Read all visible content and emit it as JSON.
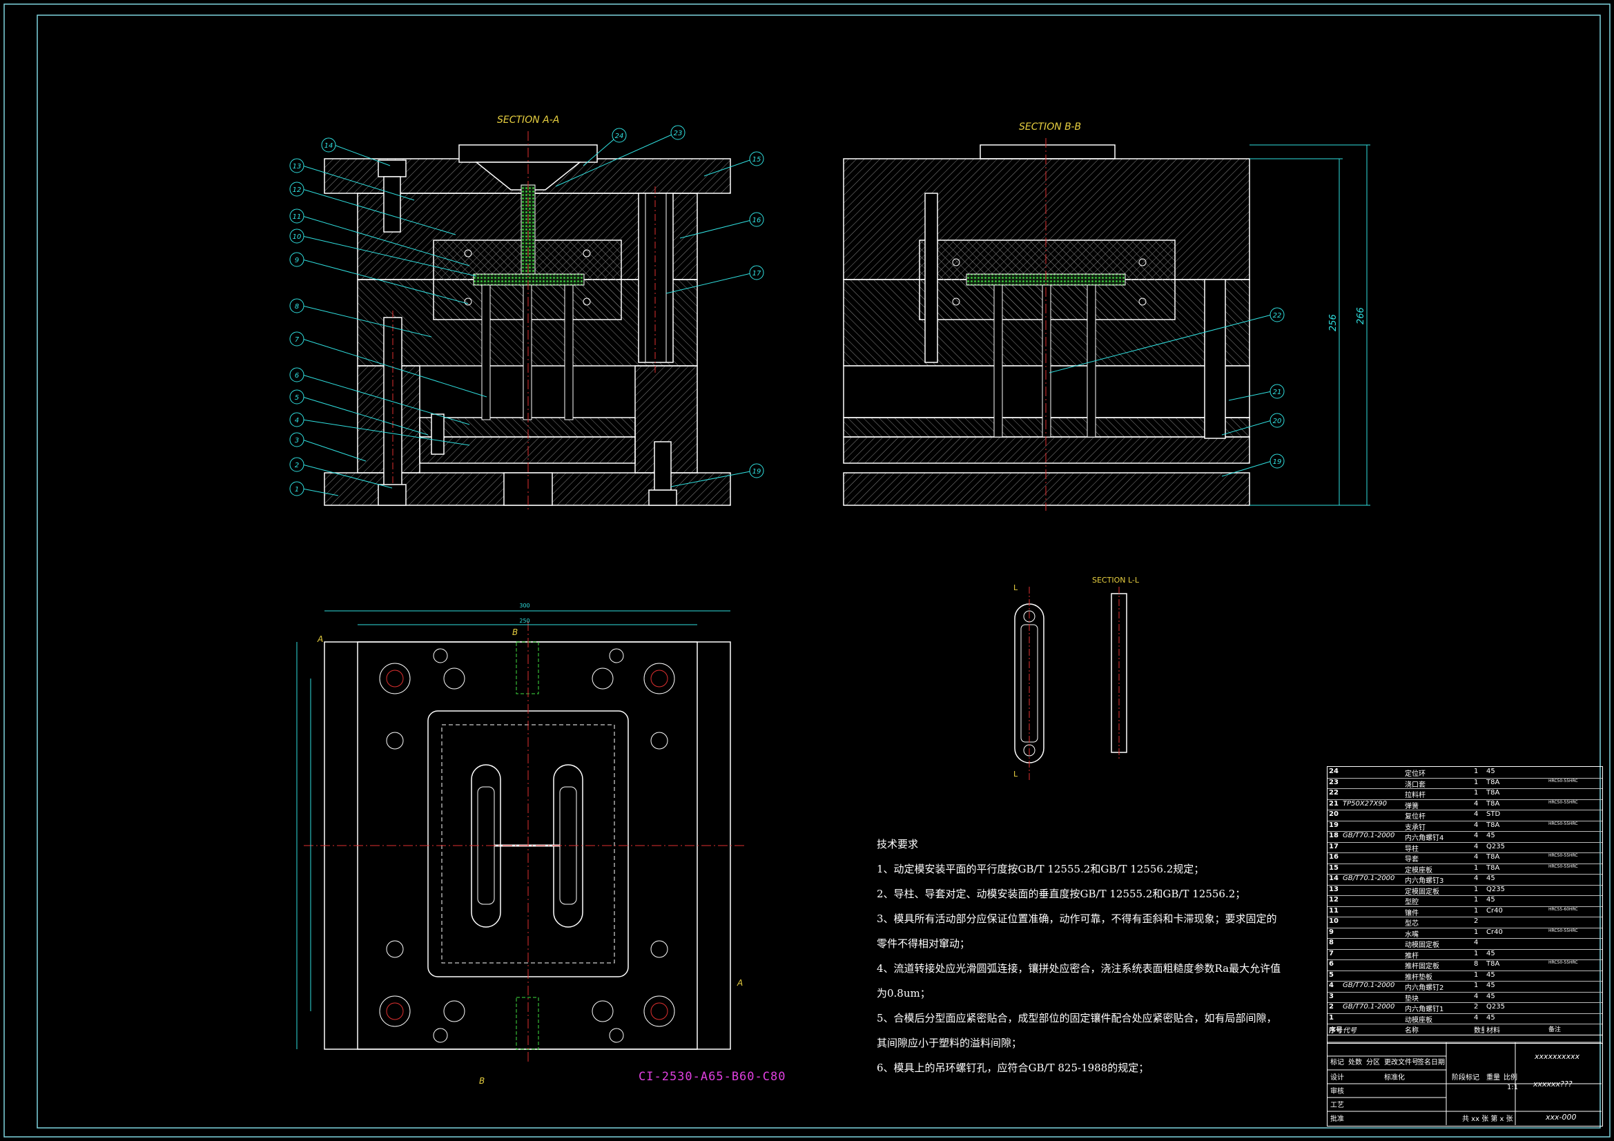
{
  "drawing": {
    "section_aa": "SECTION A-A",
    "section_bb": "SECTION B-B",
    "section_ll": "SECTION  L-L",
    "mold_base": "CI-2530-A65-B60-C80",
    "callouts_aa": [
      "14",
      "13",
      "12",
      "11",
      "10",
      "9",
      "8",
      "7",
      "6",
      "5",
      "4",
      "3",
      "2",
      "1",
      "24",
      "23",
      "15",
      "16",
      "17",
      "19"
    ],
    "callouts_bb": [
      "22",
      "21",
      "20",
      "19"
    ],
    "dim_256": "256",
    "dim_266": "266",
    "dim_300": "300",
    "dim_250": "250",
    "section_marks": {
      "a1": "A",
      "a2": "A",
      "b1": "B",
      "b2": "B",
      "l1": "L",
      "l2": "L"
    }
  },
  "notes": {
    "title": "技术要求",
    "items": [
      "1、动定模安装平面的平行度按GB/T 12555.2和GB/T 12556.2规定；",
      "2、导柱、导套对定、动模安装面的垂直度按GB/T 12555.2和GB/T 12556.2；",
      "3、模具所有活动部分应保证位置准确，动作可靠，不得有歪斜和卡滞现象；要求固定的",
      "   零件不得相对窜动；",
      "4、流道转接处应光滑圆弧连接，镶拼处应密合，浇注系统表面粗糙度参数Ra最大允许值",
      "   为0.8um；",
      "5、合模后分型面应紧密贴合，成型部位的固定镶件配合处应紧密贴合，如有局部间隙，",
      "   其间隙应小于塑料的溢料间隙；",
      "6、模具上的吊环螺钉孔，应符合GB/T 825-1988的规定；"
    ]
  },
  "bom": [
    {
      "no": "24",
      "code": "",
      "name": "定位环",
      "qty": "1",
      "mat": "45",
      "note": ""
    },
    {
      "no": "23",
      "code": "",
      "name": "浇口套",
      "qty": "1",
      "mat": "T8A",
      "note": "HRC50-55HRC"
    },
    {
      "no": "22",
      "code": "",
      "name": "拉料杆",
      "qty": "1",
      "mat": "T8A",
      "note": ""
    },
    {
      "no": "21",
      "code": "TP50X27X90",
      "name": "弹簧",
      "qty": "4",
      "mat": "T8A",
      "note": "HRC50-55HRC"
    },
    {
      "no": "20",
      "code": "",
      "name": "复位杆",
      "qty": "4",
      "mat": "STD",
      "note": ""
    },
    {
      "no": "19",
      "code": "",
      "name": "支承钉",
      "qty": "4",
      "mat": "T8A",
      "note": "HRC50-55HRC"
    },
    {
      "no": "18",
      "code": "GB/T70.1-2000",
      "name": "内六角螺钉4",
      "qty": "4",
      "mat": "45",
      "note": ""
    },
    {
      "no": "17",
      "code": "",
      "name": "导柱",
      "qty": "4",
      "mat": "Q235",
      "note": ""
    },
    {
      "no": "16",
      "code": "",
      "name": "导套",
      "qty": "4",
      "mat": "T8A",
      "note": "HRC50-55HRC"
    },
    {
      "no": "15",
      "code": "",
      "name": "定模座板",
      "qty": "1",
      "mat": "T8A",
      "note": "HRC50-55HRC"
    },
    {
      "no": "14",
      "code": "GB/T70.1-2000",
      "name": "内六角螺钉3",
      "qty": "4",
      "mat": "45",
      "note": ""
    },
    {
      "no": "13",
      "code": "",
      "name": "定模固定板",
      "qty": "1",
      "mat": "Q235",
      "note": ""
    },
    {
      "no": "12",
      "code": "",
      "name": "型腔",
      "qty": "1",
      "mat": "45",
      "note": ""
    },
    {
      "no": "11",
      "code": "",
      "name": "镶件",
      "qty": "1",
      "mat": "Cr40",
      "note": "HRC55-60HRC"
    },
    {
      "no": "10",
      "code": "",
      "name": "型芯",
      "qty": "2",
      "mat": "",
      "note": ""
    },
    {
      "no": "9",
      "code": "",
      "name": "水嘴",
      "qty": "1",
      "mat": "Cr40",
      "note": "HRC50-55HRC"
    },
    {
      "no": "8",
      "code": "",
      "name": "动模固定板",
      "qty": "4",
      "mat": "",
      "note": ""
    },
    {
      "no": "7",
      "code": "",
      "name": "推杆",
      "qty": "1",
      "mat": "45",
      "note": ""
    },
    {
      "no": "6",
      "code": "",
      "name": "推杆固定板",
      "qty": "8",
      "mat": "T8A",
      "note": "HRC50-55HRC"
    },
    {
      "no": "5",
      "code": "",
      "name": "推杆垫板",
      "qty": "1",
      "mat": "45",
      "note": ""
    },
    {
      "no": "4",
      "code": "GB/T70.1-2000",
      "name": "内六角螺钉2",
      "qty": "1",
      "mat": "45",
      "note": ""
    },
    {
      "no": "3",
      "code": "",
      "name": "垫块",
      "qty": "4",
      "mat": "45",
      "note": ""
    },
    {
      "no": "2",
      "code": "GB/T70.1-2000",
      "name": "内六角螺钉1",
      "qty": "2",
      "mat": "Q235",
      "note": ""
    },
    {
      "no": "1",
      "code": "",
      "name": "动模座板",
      "qty": "4",
      "mat": "45",
      "note": ""
    }
  ],
  "bom_header": {
    "no": "序号",
    "code": "代号",
    "name": "名称",
    "qty": "数量",
    "mat": "材料",
    "note": "备注"
  },
  "title_block": {
    "project": "xxxxxxxxxx",
    "drawing_title": "xxxxxx???",
    "drawing_no": "xxx-000",
    "scale": "1:1",
    "sheets": "共 xx 张  第 x 张",
    "labels": {
      "mark": "标记",
      "count": "处数",
      "zone": "分区",
      "change_doc": "更改文件号",
      "sign": "签名",
      "date": "日期",
      "design": "设计",
      "check": "审核",
      "craft": "工艺",
      "approve": "批准",
      "std": "标准化",
      "stage_mark": "阶段标记",
      "weight": "重量",
      "ratio": "比例"
    }
  },
  "colors": {
    "frame": "#7fd6e0",
    "part": "#ffffff",
    "hatch": "#9a9a9a",
    "center": "#e03030",
    "green": "#40e040",
    "cyan": "#30e0e0",
    "magenta": "#e040e0",
    "yellow": "#e8d040"
  }
}
